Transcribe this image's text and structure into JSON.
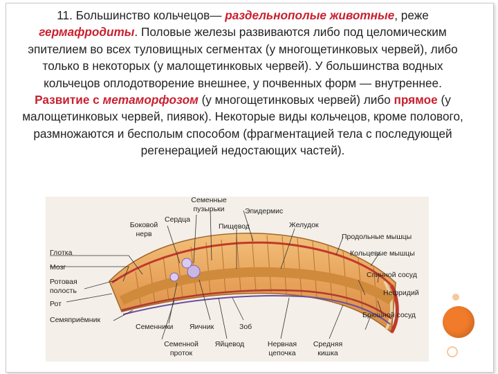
{
  "slide": {
    "p1": "11. Большинство кольчецов— ",
    "p2": "раздельнополые животные",
    "p3": ", реже ",
    "p4": "гермафродиты",
    "p5": ". Половые железы развиваются либо под целомическим эпителием во всех туловищных сегментах (у многощетинковых червей), либо только в некоторых (у малощетинковых червей). У большинства водных кольчецов оплодотворение внешнее, у почвенных форм — внутреннее. ",
    "p6": "Развитие с ",
    "p7": "метаморфозом",
    "p8": " (у многощетинковых червей) либо ",
    "p9": "прямое",
    "p10": " (у малощетинковых червей, пиявок). Некоторые виды кольчецов, кроме полового, размножаются и бесполым способом (фрагментацией тела с последующей регенерацией недостающих частей)."
  },
  "figure": {
    "labels": {
      "seminal_vesicles_1": "Семенные",
      "seminal_vesicles_2": "пузырьки",
      "epidermis": "Эпидермис",
      "hearts": "Сердца",
      "lateral_nerve_1": "Боковой",
      "lateral_nerve_2": "нерв",
      "esophagus": "Пищевод",
      "stomach": "Желудок",
      "longitudinal_muscles": "Продольные мышцы",
      "pharynx": "Глотка",
      "circular_muscles": "Кольцевые мышцы",
      "brain": "Мозг",
      "dorsal_vessel": "Спинной сосуд",
      "mouth_cavity_1": "Ротовая",
      "mouth_cavity_2": "полость",
      "nephridium": "Нефридий",
      "mouth": "Рот",
      "ventral_vessel": "Брюшной сосуд",
      "seminal_receptacle": "Семяприёмник",
      "testes": "Семенники",
      "ovary": "Яичник",
      "crop": "Зоб",
      "sperm_duct_1": "Семенной",
      "sperm_duct_2": "проток",
      "oviduct": "Яйцевод",
      "nerve_cord_1": "Нервная",
      "nerve_cord_2": "цепочка",
      "midgut_1": "Средняя",
      "midgut_2": "кишка"
    }
  },
  "colors": {
    "accent_red": "#c8202f",
    "dot_orange": "#f07b2a",
    "dot_light": "#f7c89c"
  }
}
